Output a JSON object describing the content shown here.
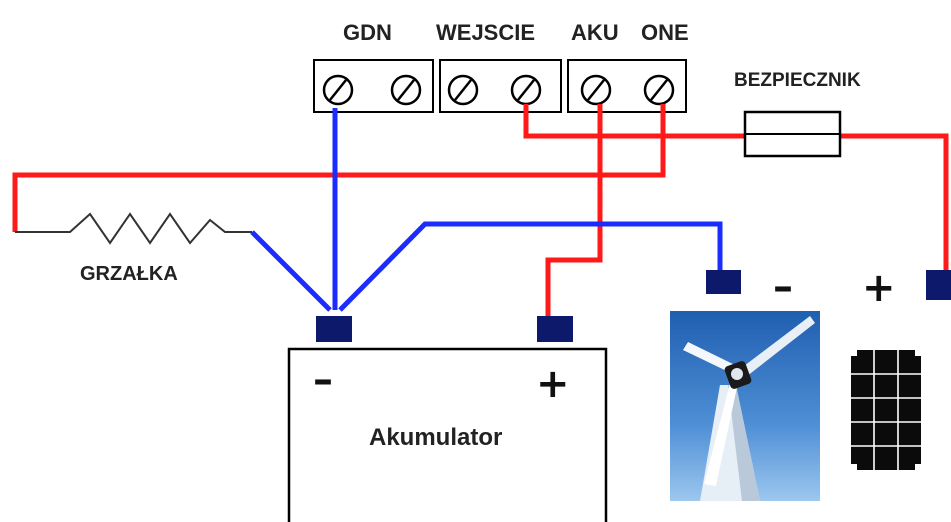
{
  "labels": {
    "gdn": "GDN",
    "wejscie": "WEJSCIE",
    "aku": "AKU",
    "one": "ONE",
    "fuse": "BEZPIECZNIK",
    "heater": "GRZAŁKA",
    "battery": "Akumulator"
  },
  "signs": {
    "minus": "–",
    "plus": "+"
  },
  "colors": {
    "wire_positive": "#ff1a1a",
    "wire_negative": "#1a2cff",
    "terminal_block": "#0d1a6b",
    "outline": "#000000"
  },
  "icons": [
    "screw-terminal-icon",
    "resistor-icon",
    "fuse-icon",
    "wind-turbine-icon",
    "solar-panel-icon"
  ]
}
